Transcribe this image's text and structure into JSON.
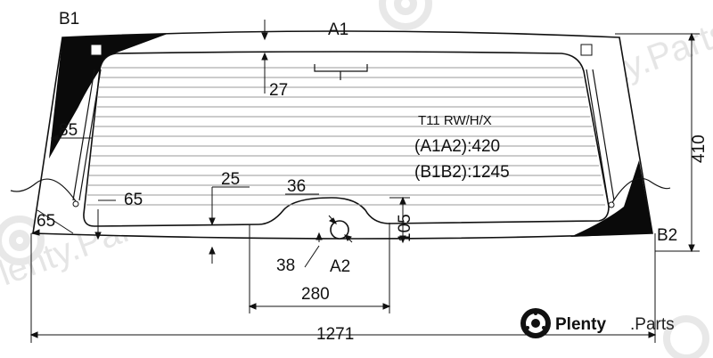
{
  "points": {
    "a1": "A1",
    "a2": "A2",
    "b1": "B1",
    "b2": "B2"
  },
  "dimensions": {
    "d27": "27",
    "d85": "85",
    "d65_side": "65",
    "d65_corner": "65",
    "d25": "25",
    "d36": "36",
    "d105": "105",
    "d38": "38",
    "d280": "280",
    "d1271": "1271",
    "d410": "410"
  },
  "info": {
    "model": "T11 RW/H/X",
    "a1a2": "(A1A2):420",
    "b1b2": "(B1B2):1245"
  },
  "watermark": {
    "brand_bold": "Plenty",
    "brand_rest": ".Parts",
    "faint_text": "Plenty.Parts"
  },
  "colors": {
    "line": "#111111",
    "ceramic": "#0a0a0a",
    "heater": "#9a9a9a",
    "watermark": "#e3e3e3"
  }
}
